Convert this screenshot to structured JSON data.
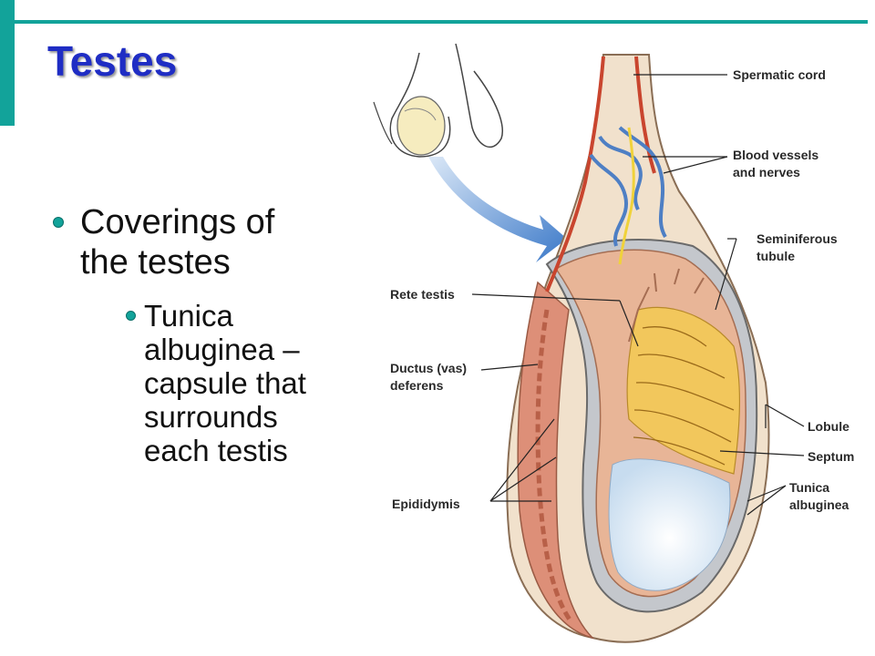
{
  "slide": {
    "title": "Testes",
    "bullet": "Coverings of the testes",
    "sub_bullet": "Tunica albuginea – capsule that surrounds each testis"
  },
  "figure": {
    "labels": {
      "spermatic_cord": "Spermatic cord",
      "blood_vessels_1": "Blood vessels",
      "blood_vessels_2": "and nerves",
      "seminiferous_1": "Seminiferous",
      "seminiferous_2": "tubule",
      "rete_testis": "Rete testis",
      "ductus_1": "Ductus (vas)",
      "ductus_2": "deferens",
      "lobule": "Lobule",
      "septum": "Septum",
      "tunica_1": "Tunica",
      "tunica_2": "albuginea",
      "epididymis": "Epididymis"
    }
  },
  "colors": {
    "accent": "#12a39a",
    "title": "#1f2dc4"
  }
}
